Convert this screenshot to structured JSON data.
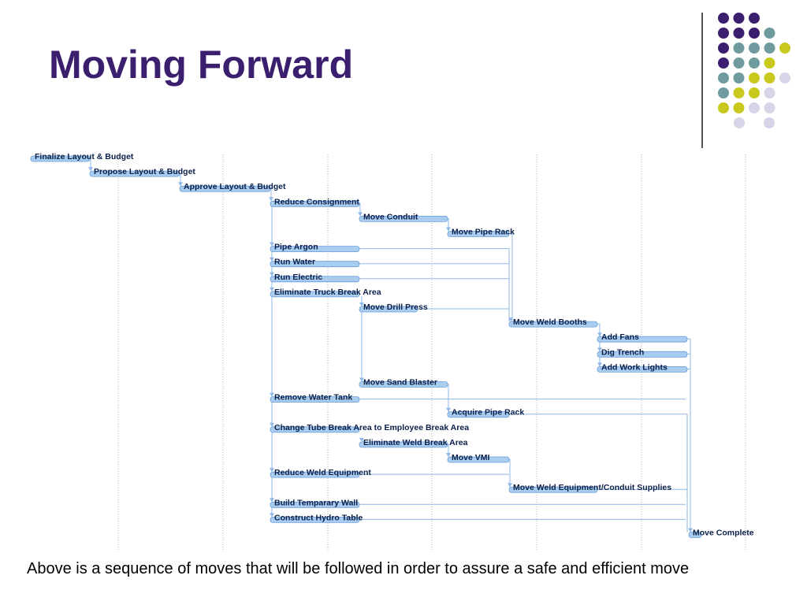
{
  "slide": {
    "title": "Moving Forward",
    "caption": "Above is a sequence of moves that will be followed in order to assure a safe and efficient move"
  },
  "colors": {
    "title": "#3b1e6e",
    "dot_purple": "#3b1e6e",
    "dot_teal": "#6f9a9e",
    "dot_yellow": "#c9c81e",
    "dot_lavender": "#d6d4e6",
    "bar": "#a9cdf0",
    "bar_border": "#6d9fd6",
    "link": "#8fb8e6",
    "grid": "#b0b0b0"
  },
  "decoration": {
    "dot_rows": [
      [
        "purple",
        "purple",
        "purple"
      ],
      [
        "purple",
        "purple",
        "purple",
        "teal"
      ],
      [
        "purple",
        "teal",
        "teal",
        "teal",
        "yellow"
      ],
      [
        "purple",
        "teal",
        "teal",
        "yellow"
      ],
      [
        "teal",
        "teal",
        "yellow",
        "yellow",
        "lavender"
      ],
      [
        "teal",
        "yellow",
        "yellow",
        "lavender"
      ],
      [
        "yellow",
        "yellow",
        "lavender",
        "lavender"
      ],
      [
        "lavender",
        "lavender"
      ]
    ]
  },
  "tasks": [
    {
      "name": "Finalize Layout & Budget"
    },
    {
      "name": "Propose Layout & Budget"
    },
    {
      "name": "Approve Layout & Budget"
    },
    {
      "name": "Reduce Consignment"
    },
    {
      "name": "Move Conduit"
    },
    {
      "name": "Move Pipe Rack"
    },
    {
      "name": "Pipe Argon"
    },
    {
      "name": "Run Water"
    },
    {
      "name": "Run Electric"
    },
    {
      "name": "Eliminate Truck Break Area"
    },
    {
      "name": "Move Drill Press"
    },
    {
      "name": "Move Weld Booths"
    },
    {
      "name": "Add Fans"
    },
    {
      "name": "Dig Trench"
    },
    {
      "name": "Add Work Lights"
    },
    {
      "name": "Move Sand Blaster"
    },
    {
      "name": "Remove Water Tank"
    },
    {
      "name": "Acquire Pipe Rack"
    },
    {
      "name": "Change Tube Break Area to Employee Break Area"
    },
    {
      "name": "Eliminate Weld Break Area"
    },
    {
      "name": "Move VMI"
    },
    {
      "name": "Reduce Weld Equipment"
    },
    {
      "name": "Move Weld Equipment/Conduit Supplies"
    },
    {
      "name": "Build Temparary Wall"
    },
    {
      "name": "Construct Hydro Table"
    },
    {
      "name": "Move Complete"
    }
  ]
}
